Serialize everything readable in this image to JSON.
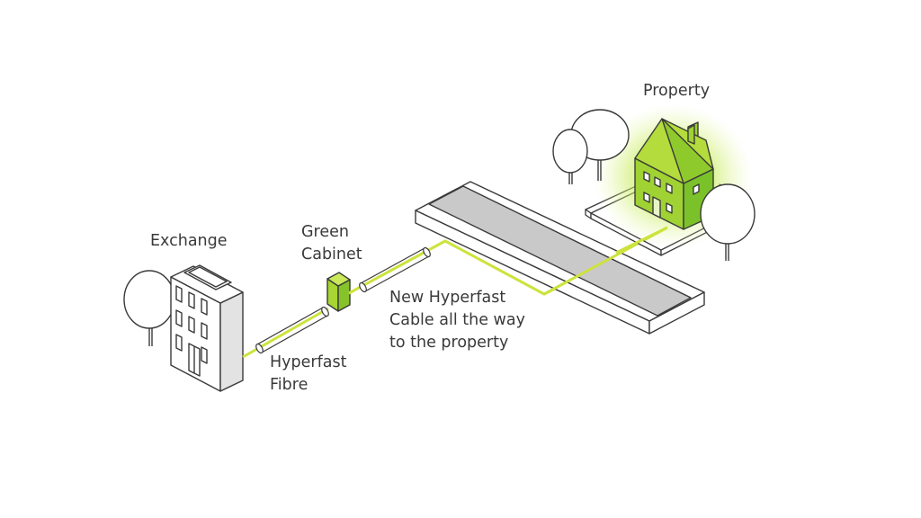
{
  "labels": {
    "exchange": "Exchange",
    "cabinet": [
      "Green",
      "Cabinet"
    ],
    "hyperfast_fibre": [
      "Hyperfast",
      "Fibre"
    ],
    "new_cable": [
      "New Hyperfast",
      "Cable all the way",
      "to the property"
    ],
    "property": "Property"
  },
  "colors": {
    "fibre": "#cde33d",
    "house": "#9fd232",
    "house_side": "#7bc22a",
    "house_glow": "#b6e43a",
    "road": "#c9c9c9",
    "outline": "#3a3a3a",
    "text": "#3a3a3a"
  },
  "icons": [
    "exchange-building-icon",
    "green-cabinet-icon",
    "house-icon",
    "tree-icon",
    "road-icon",
    "fibre-duct-icon"
  ]
}
